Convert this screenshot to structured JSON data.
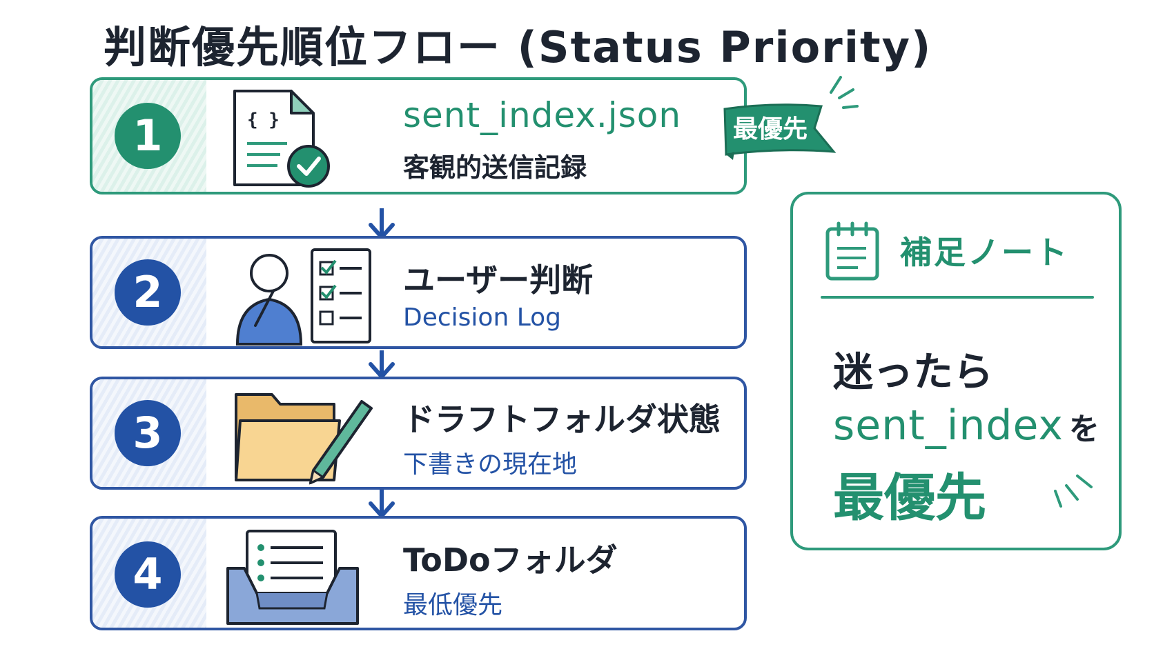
{
  "title": "判断優先順位フロー (Status Priority)",
  "steps": [
    {
      "number": "1",
      "main": "sent_index.json",
      "sub": "客観的送信記録",
      "icon": "json-file-check-icon"
    },
    {
      "number": "2",
      "main": "ユーザー判断",
      "sub": "Decision Log",
      "icon": "user-checklist-icon"
    },
    {
      "number": "3",
      "main": "ドラフトフォルダ状態",
      "sub": "下書きの現在地",
      "icon": "folder-pencil-icon"
    },
    {
      "number": "4",
      "main": "ToDoフォルダ",
      "sub": "最低優先",
      "icon": "inbox-tray-icon"
    }
  ],
  "badge": {
    "label": "最優先"
  },
  "note": {
    "title": "補足ノート",
    "line1": "迷ったら",
    "keyword": "sent_index",
    "particle": "を",
    "line3": "最優先"
  },
  "colors": {
    "blue": "#2352a5",
    "green": "#23906f",
    "text": "#1d2430"
  }
}
